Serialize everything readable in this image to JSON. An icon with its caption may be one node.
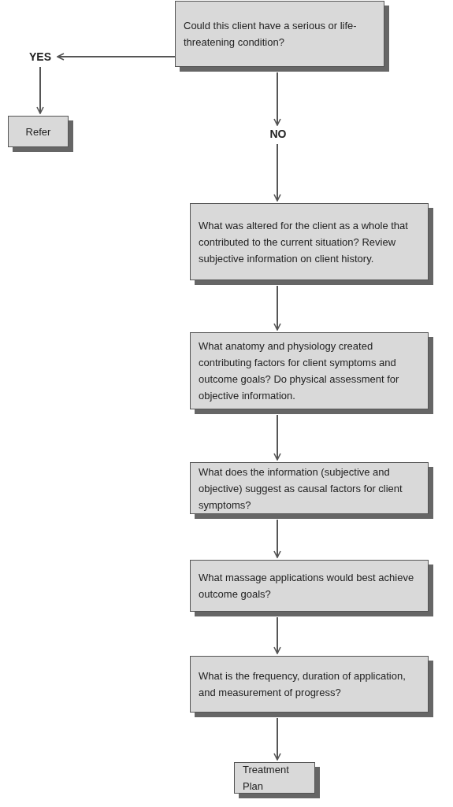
{
  "diagram": {
    "nodes": [
      {
        "text": [
          "Could this client have a serious or life-threatening condition?"
        ]
      },
      {
        "text": [
          "YES"
        ]
      },
      {
        "text": [
          "Refer"
        ]
      },
      {
        "text": [
          "NO"
        ]
      },
      {
        "text": [
          "What was altered for the client as a whole that contributed to the current situation? Review subjective information on client history."
        ]
      },
      {
        "text": [
          "What anatomy and physiology created contributing factors for client symptoms and outcome goals? Do physical assessment for objective information."
        ]
      },
      {
        "text": [
          "What does the information (subjective and objective) suggest as causal factors for client symptoms?"
        ]
      },
      {
        "text": [
          "What massage applications would best achieve outcome goals?"
        ]
      },
      {
        "text": [
          "What is the frequency, duration of application, and measurement of progress?"
        ]
      },
      {
        "text": [
          "Treatment Plan"
        ]
      }
    ],
    "edges": [
      {
        "from": 0,
        "to": 1,
        "arrow": "to"
      },
      {
        "from": 1,
        "to": 2,
        "arrow": "to"
      },
      {
        "from": 0,
        "to": 3,
        "arrow": "to"
      },
      {
        "from": 3,
        "to": 4,
        "arrow": "to"
      },
      {
        "from": 4,
        "to": 5,
        "arrow": "to"
      },
      {
        "from": 5,
        "to": 6,
        "arrow": "to"
      },
      {
        "from": 6,
        "to": 7,
        "arrow": "to"
      },
      {
        "from": 7,
        "to": 8,
        "arrow": "to"
      },
      {
        "from": 8,
        "to": 9,
        "arrow": "to"
      }
    ]
  }
}
